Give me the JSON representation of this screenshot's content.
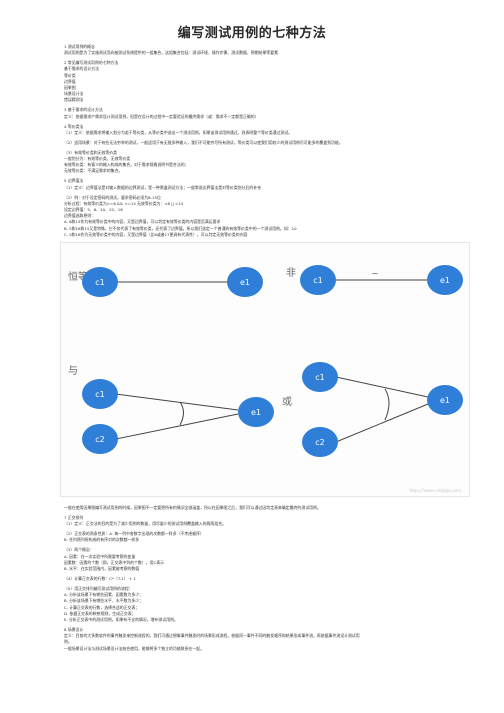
{
  "doc": {
    "title": "编写测试用例的七种方法",
    "top_lines": [
      "1 测试用例的概念",
      "测试用例是为了实施测试而向被测试系统提供的一组集合，这组集合包括：测试环境、操作步骤、测试数据、预期结果等要素",
      "",
      "2 常见编写测试用例的七种方法",
      "基于需求的设计方法",
      "等价类",
      "边界值",
      "因果图",
      "场景设计法",
      "错误猜测法",
      "",
      "3 基于需求的设计方法",
      "定义：依据需求产需求设计测试用例，但是在设计的过程中一定要验证的最终需求（或：需求不一定都是正确的）",
      "",
      "4 等价类法",
      "（1）定义：依据需求将输入划分为若干等价类，从等价类中选出一个测试用例，如果该测试用例通过，则表明整个等价类通过测试。",
      "",
      "（2）适用场景：对于有些无法穷举的测试，一般适用于有无限多种输入，我们不可能穷尽所有测试，等价类可以使我们用较少的测试用例尽可能多的覆盖到功能。",
      "",
      "（3）有效等价类和无效等价类",
      "一般划分为：有效等价类、无效等价类",
      "有效等价类：有意义的输入构成的集合，对于需求规格说明书是合法的；",
      "无效等价类：不满足需求的集合。",
      "",
      "5 边界值法",
      "（1）定义：边界值法是对输入数据的边界测试，是一种黑盒测试方法；一般常说边界值法是对等价类划分后的补充",
      "",
      "（2）例：对于设定密码的测试，要求密码必须为6-15位",
      "分析过程：有效等价类为>=6 && <=15 无效等价类为：<6 || >15",
      "设定边界值：5、6、10、15、16",
      "边界值选取原则：",
      "A. 6和15作为有效等价类中的内容，又是边界值，可以判定有效等价类的内容是否满足要求",
      "B. 5和16和15又是特殊，它不仅代表了有效等价类，还代表了边界值，所以我们选定一个普通的有效等价类中的一个测试用例。如：10",
      "C. 5和16作为无效等价类中的内容，又是边界值（比6或者17更具有代表性），可以判定无效等价类的内容",
      "",
      "6 因果图",
      "（1）定义：因果图是一种简化的逻辑图，能够表示输入条件和输出结果之间的关系。",
      "",
      "（2）认识因果图的表示方法：恒等、与、或、非"
    ],
    "bottom_lines": [
      "一般在使用因果图编写测试用例的时候，因果图不一定要把所有的情况全部涵盖，所以在因果图之后，我们可以通过因判定表来确定最终的测试用例。",
      "",
      "7 正交排列",
      "（1）定义：正交法的目的是为了减少用例的数量，用尽量少的测试用例覆盖输入的两两组合。",
      "",
      "（2）正交表的两条性质：A. 每一列中各数字出现的次数都一样多（不考虑顺序）",
      "B. 任何两列所构成的有序对的次数都一样多",
      "",
      "（3）两个概念：",
      "A. 因素：在一次实验中所需要考察的变量",
      "因素数：因素的个数（即，正交表中列的个数），用C表示",
      "B. 水平：在实验范围内，因素被考察的数值",
      "",
      "（4）计算正交表的行数：C*（T-1） + 1",
      "",
      "（5）用正交排列编写测试用例的流程：",
      "A. 分析该场景下有哪些因素、因素数为多少；",
      "B. 分析该场景下有哪些水平、水平数为多少；",
      "C. 计算正交表的行数，选择合适的正交表；",
      "D. 依据正交表的映射规则，生成正交表；",
      "E. 分析正交表中的测试用例，如果有不全的情况，增补测试用例。",
      "",
      "8 场景设计",
      "定义：目前的大多数软件的事件触发来控制流程的，我们可通过想象事件触发时的场景形成流程，依据同一事件不同的触发顺序和结果形成事件流，再依据事件流设计测试用",
      "例。",
      "一般场景设计法与测试场景设计法结合使用，能够将多个独立的功能联系在一起。"
    ],
    "diagram": {
      "labels": {
        "identity": "恒等",
        "not": "非",
        "and": "与",
        "or": "或"
      },
      "nodes": {
        "c1": "c1",
        "c2": "c2",
        "e1": "e1"
      },
      "watermark": "https://www.cnblogs.com/..."
    }
  },
  "colors": {
    "node_fill": "#2f7ed8",
    "node_text": "#ffffff",
    "edge": "#444444",
    "label": "#666666"
  }
}
